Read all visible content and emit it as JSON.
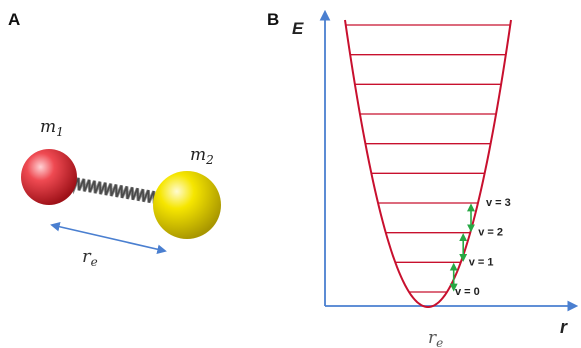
{
  "panel_a": {
    "label": "A",
    "mass1_label": "m",
    "mass1_sub": "1",
    "mass2_label": "m",
    "mass2_sub": "2",
    "distance_label": "r",
    "distance_sub": "e",
    "colors": {
      "mass1": "#e8313a",
      "mass2": "#f5e400",
      "spring": "#4a4a4a",
      "arrow": "#4a7fd0"
    }
  },
  "panel_b": {
    "label": "B",
    "y_axis_label": "E",
    "x_axis_label": "r",
    "x_tick_label": "r",
    "x_tick_sub": "e",
    "levels": [
      {
        "name": "v = 0"
      },
      {
        "name": "v = 1"
      },
      {
        "name": "v = 2"
      },
      {
        "name": "v = 3"
      }
    ],
    "level_count": 10,
    "colors": {
      "axis": "#4a7fd0",
      "well": "#c8102e",
      "transition": "#27a844"
    }
  }
}
